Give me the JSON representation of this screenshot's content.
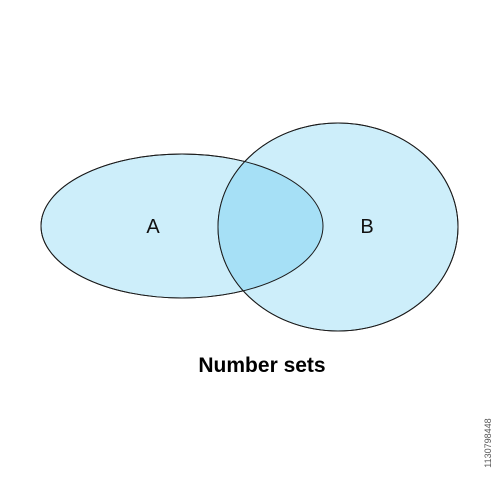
{
  "diagram": {
    "sets": [
      {
        "label": "A",
        "fill": "#cdeefa"
      },
      {
        "label": "B",
        "fill": "#cdeefa"
      }
    ],
    "intersection_fill": "#a6e0f6",
    "outline_color": "#1a1a1a",
    "caption": "Number sets"
  },
  "watermark": {
    "id_text": "1130798448"
  }
}
